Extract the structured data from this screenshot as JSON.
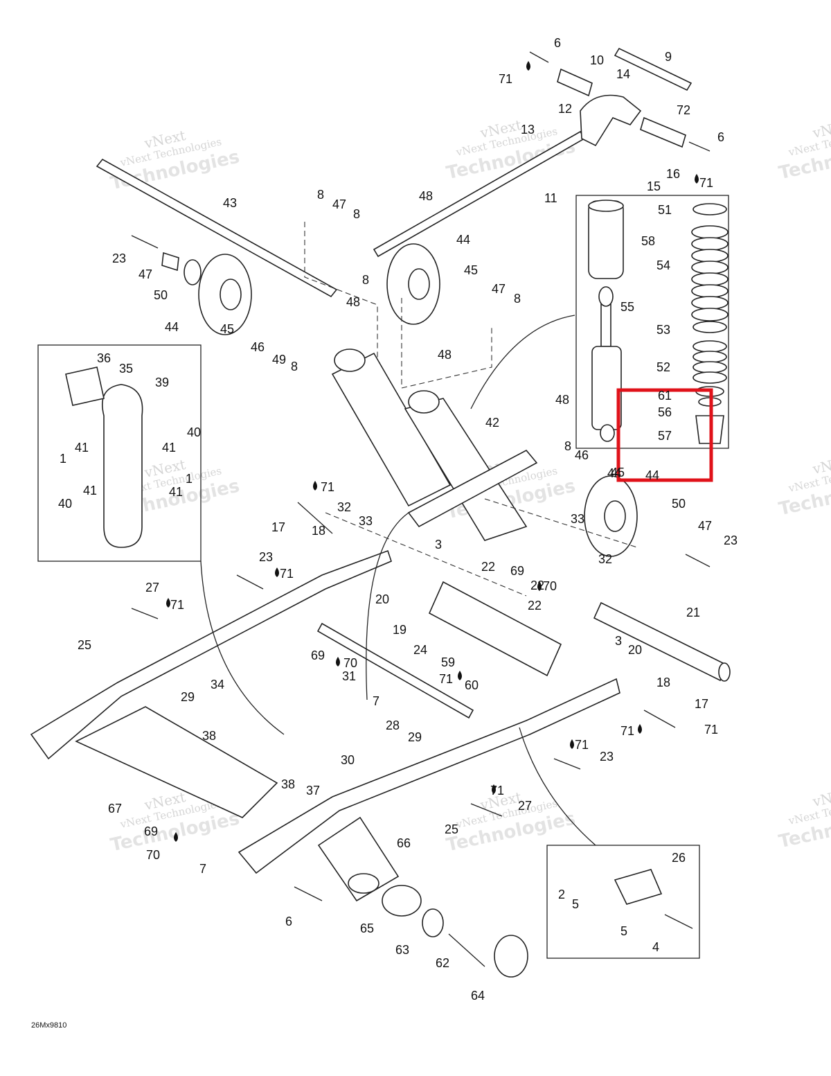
{
  "diagram": {
    "reference_code": "26Mx9810",
    "watermark": {
      "line1": "vNext",
      "line2": "vNext Technologies",
      "line3": "Technologies"
    },
    "highlight_color": "#e0121a",
    "callouts": [
      "1",
      "1",
      "2",
      "3",
      "3",
      "4",
      "5",
      "5",
      "6",
      "6",
      "6",
      "7",
      "7",
      "8",
      "8",
      "8",
      "8",
      "8",
      "8",
      "9",
      "10",
      "11",
      "12",
      "13",
      "14",
      "15",
      "16",
      "17",
      "17",
      "18",
      "18",
      "19",
      "20",
      "20",
      "21",
      "22",
      "22",
      "22",
      "23",
      "23",
      "23",
      "23",
      "24",
      "25",
      "25",
      "26",
      "27",
      "27",
      "28",
      "29",
      "29",
      "30",
      "31",
      "32",
      "32",
      "33",
      "33",
      "34",
      "35",
      "36",
      "37",
      "38",
      "38",
      "39",
      "40",
      "40",
      "41",
      "41",
      "41",
      "41",
      "42",
      "43",
      "44",
      "44",
      "44",
      "44",
      "45",
      "45",
      "45",
      "46",
      "46",
      "47",
      "47",
      "47",
      "47",
      "48",
      "48",
      "48",
      "48",
      "49",
      "50",
      "50",
      "51",
      "52",
      "53",
      "54",
      "55",
      "56",
      "57",
      "58",
      "59",
      "60",
      "61",
      "62",
      "63",
      "64",
      "65",
      "66",
      "67",
      "69",
      "69",
      "69",
      "70",
      "70",
      "70",
      "71",
      "71",
      "71",
      "71",
      "71",
      "71",
      "71",
      "71",
      "71",
      "71",
      "72"
    ],
    "highlighted_callouts": [
      "61",
      "56",
      "57",
      "44",
      "45"
    ]
  }
}
